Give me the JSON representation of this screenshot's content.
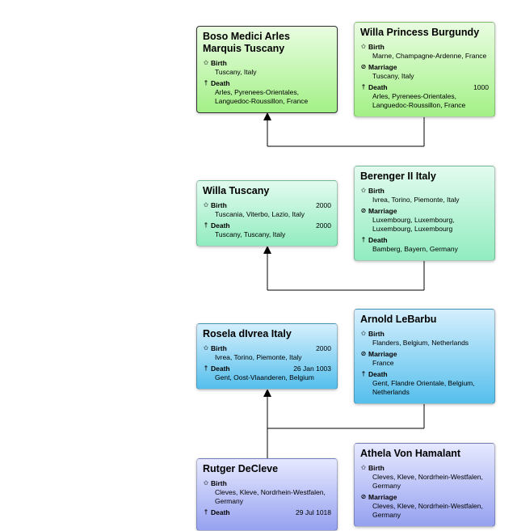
{
  "colors": {
    "green": "#a3f087",
    "mint": "#91ecc0",
    "blue": "#55bfec",
    "purple": "#96a1f0",
    "line": "#000000"
  },
  "icons": {
    "birth": "star-icon",
    "marriage": "rings-icon",
    "death": "cross-icon"
  },
  "people": [
    {
      "id": "boso",
      "name": "Boso Medici Arles Marquis Tuscany",
      "color": "green",
      "events": [
        {
          "type": "birth",
          "label": "Birth",
          "date": "",
          "place": [
            "Tuscany, Italy"
          ]
        },
        {
          "type": "death",
          "label": "Death",
          "date": "",
          "place": [
            "Arles, Pyrenees-Orientales,",
            "Languedoc-Roussillon, France"
          ]
        }
      ]
    },
    {
      "id": "willa-burgundy",
      "name": "Willa Princess Burgundy",
      "color": "green",
      "events": [
        {
          "type": "birth",
          "label": "Birth",
          "date": "",
          "place": [
            "Marne, Champagne-Ardenne, France"
          ]
        },
        {
          "type": "marriage",
          "label": "Marriage",
          "date": "",
          "place": [
            "Tuscany, Italy"
          ]
        },
        {
          "type": "death",
          "label": "Death",
          "date": "1000",
          "place": [
            "Arles, Pyrenees-Orientales,",
            "Languedoc-Roussillon, France"
          ]
        }
      ]
    },
    {
      "id": "willa-tuscany",
      "name": "Willa Tuscany",
      "color": "mint",
      "events": [
        {
          "type": "birth",
          "label": "Birth",
          "date": "2000",
          "place": [
            "Tuscania, Viterbo, Lazio, Italy"
          ]
        },
        {
          "type": "death",
          "label": "Death",
          "date": "2000",
          "place": [
            "Tuscany, Tuscany, Italy"
          ]
        }
      ]
    },
    {
      "id": "berenger",
      "name": "Berenger II Italy",
      "color": "mint",
      "events": [
        {
          "type": "birth",
          "label": "Birth",
          "date": "",
          "place": [
            "Ivrea, Torino, Piemonte, Italy"
          ]
        },
        {
          "type": "marriage",
          "label": "Marriage",
          "date": "",
          "place": [
            "Luxembourg, Luxembourg,",
            "Luxembourg, Luxembourg"
          ]
        },
        {
          "type": "death",
          "label": "Death",
          "date": "",
          "place": [
            "Bamberg, Bayern, Germany"
          ]
        }
      ]
    },
    {
      "id": "rosela",
      "name": "Rosela dIvrea Italy",
      "color": "blue",
      "events": [
        {
          "type": "birth",
          "label": "Birth",
          "date": "2000",
          "place": [
            "Ivrea, Torino, Piemonte, Italy"
          ]
        },
        {
          "type": "death",
          "label": "Death",
          "date": "26 Jan 1003",
          "place": [
            "Gent, Oost-Vlaanderen, Belgium"
          ]
        }
      ]
    },
    {
      "id": "arnold",
      "name": "Arnold LeBarbu",
      "color": "blue",
      "events": [
        {
          "type": "birth",
          "label": "Birth",
          "date": "",
          "place": [
            "Flanders, Belgium, Netherlands"
          ]
        },
        {
          "type": "marriage",
          "label": "Marriage",
          "date": "",
          "place": [
            "France"
          ]
        },
        {
          "type": "death",
          "label": "Death",
          "date": "",
          "place": [
            "Gent, Flandre Orientale, Belgium,",
            "Netherlands"
          ]
        }
      ]
    },
    {
      "id": "rutger",
      "name": "Rutger DeCleve",
      "color": "purple",
      "events": [
        {
          "type": "birth",
          "label": "Birth",
          "date": "",
          "place": [
            "Cleves, Kleve, Nordrhein-Westfalen,",
            "Germany"
          ]
        },
        {
          "type": "death",
          "label": "Death",
          "date": "29 Jul 1018",
          "place": []
        }
      ]
    },
    {
      "id": "athela",
      "name": "Athela Von Hamalant",
      "color": "purple",
      "events": [
        {
          "type": "birth",
          "label": "Birth",
          "date": "",
          "place": [
            "Cleves, Kleve, Nordrhein-Westfalen,",
            "Germany"
          ]
        },
        {
          "type": "marriage",
          "label": "Marriage",
          "date": "",
          "place": [
            "Cleves, Kleve, Nordrhein-Westfalen,",
            "Germany"
          ]
        }
      ]
    }
  ]
}
